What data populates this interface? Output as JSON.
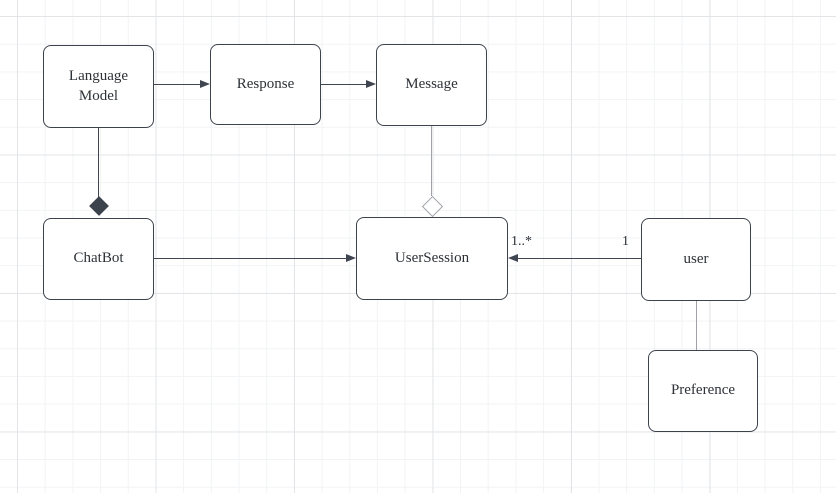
{
  "diagram": {
    "nodes": {
      "language_model": {
        "label": "Language Model"
      },
      "response": {
        "label": "Response"
      },
      "message": {
        "label": "Message"
      },
      "chatbot": {
        "label": "ChatBot"
      },
      "user_session": {
        "label": "UserSession"
      },
      "user": {
        "label": "user"
      },
      "preference": {
        "label": "Preference"
      }
    },
    "edges": {
      "language_model_to_response": {
        "type": "arrow"
      },
      "response_to_message": {
        "type": "arrow"
      },
      "chatbot_to_user_session": {
        "type": "arrow"
      },
      "user_to_user_session": {
        "type": "arrow",
        "target_label": "1..*",
        "source_label": "1"
      },
      "language_model_to_chatbot": {
        "type": "composition-diamond"
      },
      "message_to_user_session": {
        "type": "aggregation-diamond"
      },
      "user_to_preference": {
        "type": "plain-line"
      }
    },
    "colors": {
      "node_fill": "#ffffff",
      "node_stroke": "#3d434c",
      "dark_connector": "#40464f",
      "gray_connector": "#9fa3a8",
      "grid_minor": "#f2f3f4",
      "grid_major": "#e2e4e7",
      "text": "#2d3238"
    }
  }
}
